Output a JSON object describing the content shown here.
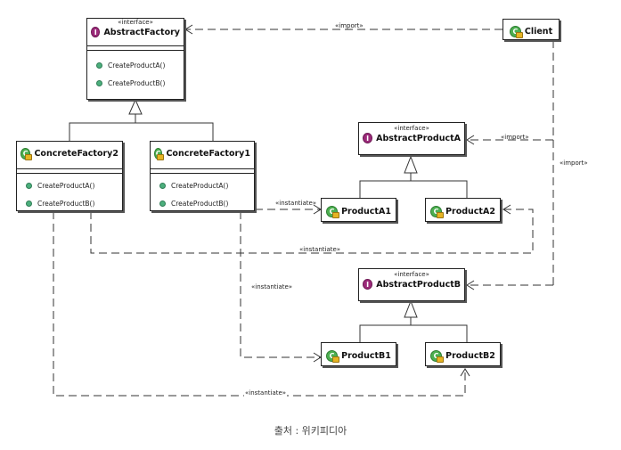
{
  "nodes": {
    "abstract_factory": {
      "stereotype": "«interface»",
      "name": "AbstractFactory",
      "icon": "interface-icon",
      "operations": [
        "CreateProductA()",
        "CreateProductB()"
      ]
    },
    "client": {
      "name": "Client",
      "icon": "class-icon"
    },
    "concrete_factory2": {
      "name": "ConcreteFactory2",
      "icon": "class-icon",
      "operations": [
        "CreateProductA()",
        "CreateProductB()"
      ]
    },
    "concrete_factory1": {
      "name": "ConcreteFactory1",
      "icon": "class-icon",
      "operations": [
        "CreateProductA()",
        "CreateProductB()"
      ]
    },
    "abstract_product_a": {
      "stereotype": "«interface»",
      "name": "AbstractProductA",
      "icon": "interface-icon"
    },
    "product_a1": {
      "name": "ProductA1",
      "icon": "class-icon"
    },
    "product_a2": {
      "name": "ProductA2",
      "icon": "class-icon"
    },
    "abstract_product_b": {
      "stereotype": "«interface»",
      "name": "AbstractProductB",
      "icon": "interface-icon"
    },
    "product_b1": {
      "name": "ProductB1",
      "icon": "class-icon"
    },
    "product_b2": {
      "name": "ProductB2",
      "icon": "class-icon"
    }
  },
  "labels": {
    "import_factory": "«import»",
    "import_product_a": "«import»",
    "import_product_b": "«import»",
    "instantiate_a1": "«instantiate»",
    "instantiate_a2": "«instantiate»",
    "instantiate_b1": "«instantiate»",
    "instantiate_b2": "«instantiate»"
  },
  "icon_glyphs": {
    "interface": "I",
    "class": "C"
  },
  "colors": {
    "class_icon": "#4caf50",
    "interface_icon": "#9c2a7a",
    "operation_dot": "#4caf7d"
  },
  "caption": "출처 : 위키피디아"
}
